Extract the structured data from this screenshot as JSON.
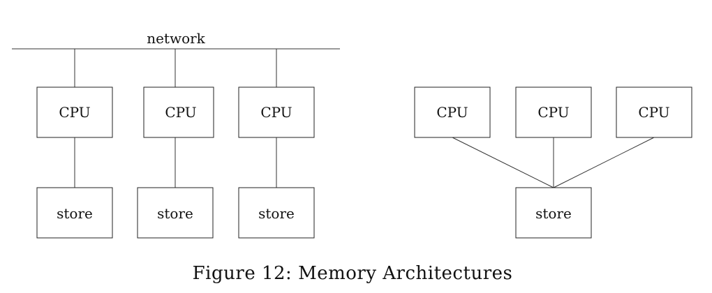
{
  "distributed": {
    "network_label": "network",
    "nodes": [
      {
        "cpu_label": "CPU",
        "store_label": "store"
      },
      {
        "cpu_label": "CPU",
        "store_label": "store"
      },
      {
        "cpu_label": "CPU",
        "store_label": "store"
      }
    ]
  },
  "shared": {
    "cpus": [
      {
        "label": "CPU"
      },
      {
        "label": "CPU"
      },
      {
        "label": "CPU"
      }
    ],
    "store_label": "store"
  },
  "caption": "Figure 12: Memory Architectures"
}
